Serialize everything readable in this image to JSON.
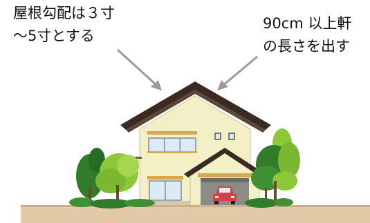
{
  "annotations": {
    "roof_pitch": {
      "line1": "屋根勾配は３寸",
      "line2": "～5寸とする"
    },
    "eaves": {
      "line1": "90cm 以上軒",
      "line2": "の長さを出す"
    }
  },
  "colors": {
    "roof": "#3a2a22",
    "wall": "#f3efc6",
    "trim": "#d5a94c",
    "window": "#dceaf6",
    "tree_dark": "#2f7d2a",
    "tree_light": "#8cc83a",
    "ground": "#e2c9a7",
    "car": "#d6404a",
    "arrow": "#9a9a9a"
  }
}
